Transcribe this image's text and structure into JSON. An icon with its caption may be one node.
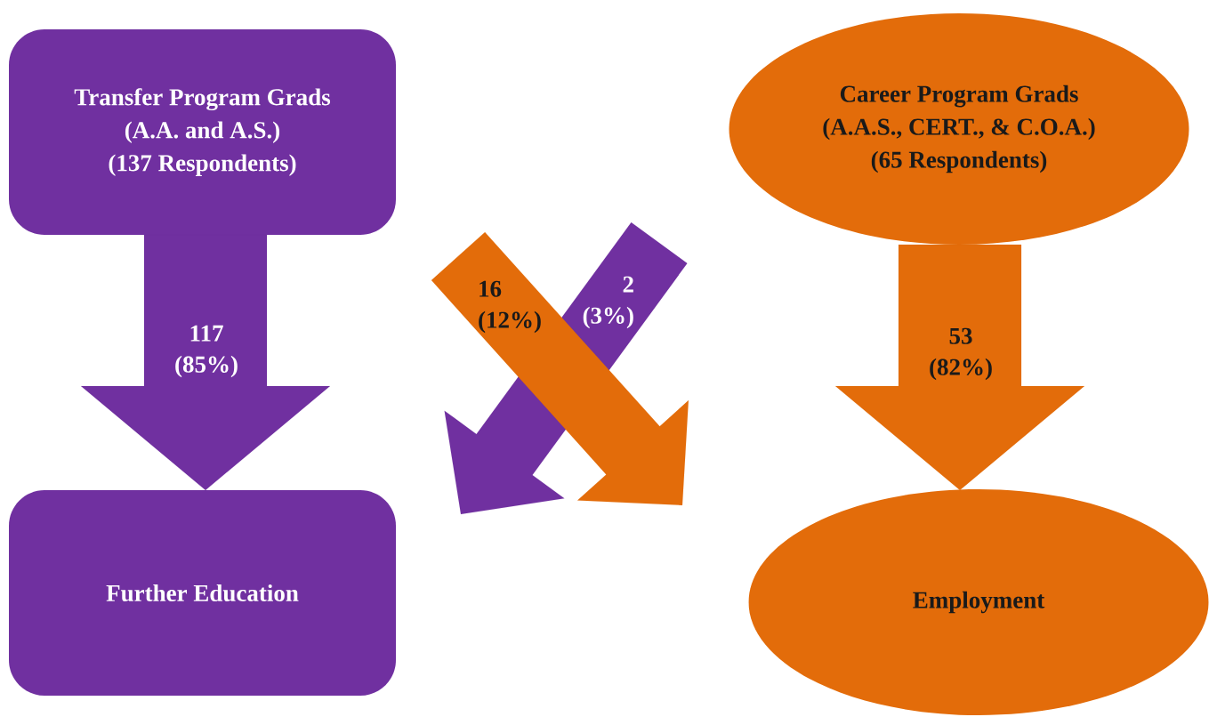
{
  "diagram": {
    "nodes": [
      {
        "text": [
          "Transfer Program Grads",
          "(A.A. and A.S.)",
          "(137 Respondents)"
        ]
      },
      {
        "text": [
          "Career Program Grads",
          "(A.A.S., CERT., & C.O.A.)",
          "(65 Respondents)"
        ]
      },
      {
        "text": [
          "Further Education"
        ]
      },
      {
        "text": [
          "Employment"
        ]
      }
    ],
    "edges": [
      {
        "from": 0,
        "to": 2,
        "arrow": "to",
        "label": "117 (85%)",
        "color": "#7030a0"
      },
      {
        "from": 1,
        "to": 2,
        "arrow": "to",
        "label": "2 (3%)",
        "color": "#7030a0"
      },
      {
        "from": 0,
        "to": 3,
        "arrow": "to",
        "label": "16 (12%)",
        "color": "#e36c0a"
      },
      {
        "from": 1,
        "to": 3,
        "arrow": "to",
        "label": "53 (82%)",
        "color": "#e36c0a"
      }
    ]
  }
}
